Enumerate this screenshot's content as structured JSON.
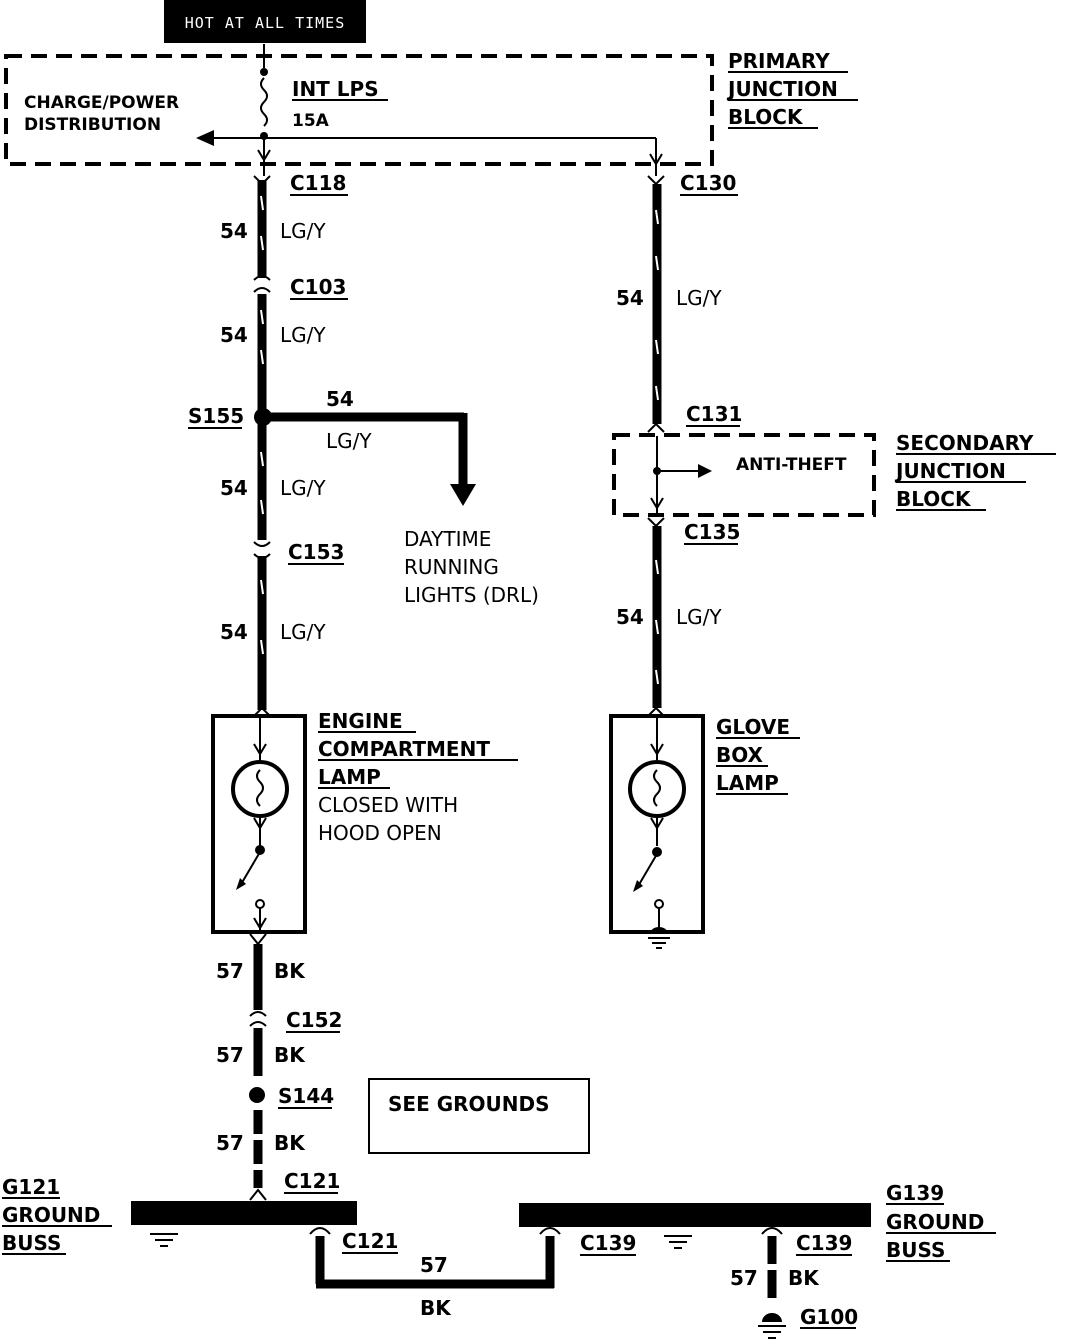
{
  "banner": "HOT AT ALL TIMES",
  "primary_junction_block": {
    "line1": "PRIMARY",
    "line2": "JUNCTION",
    "line3": "BLOCK"
  },
  "secondary_junction_block": {
    "line1": "SECONDARY",
    "line2": "JUNCTION",
    "line3": "BLOCK"
  },
  "charge_power": {
    "line1": "CHARGE/POWER",
    "line2": "DISTRIBUTION"
  },
  "fuse": {
    "name": "INT LPS",
    "rating": "15A"
  },
  "connectors": {
    "c118": "C118",
    "c130": "C130",
    "c103": "C103",
    "c131": "C131",
    "c135": "C135",
    "c153": "C153",
    "c152": "C152",
    "c121_top": "C121",
    "c121_bottom": "C121",
    "c139_left": "C139",
    "c139_right": "C139"
  },
  "splices": {
    "s155": "S155",
    "s144": "S144"
  },
  "circuit_54": "54",
  "circuit_57": "57",
  "color_lgy": "LG/Y",
  "color_bk": "BK",
  "anti_theft": "ANTI-THEFT",
  "drl": {
    "line1": "DAYTIME",
    "line2": "RUNNING",
    "line3": "LIGHTS (DRL)"
  },
  "engine_lamp": {
    "line1": "ENGINE",
    "line2": "COMPARTMENT",
    "line3": "LAMP",
    "note1": "CLOSED WITH",
    "note2": "HOOD OPEN"
  },
  "glove_lamp": {
    "line1": "GLOVE",
    "line2": "BOX",
    "line3": "LAMP"
  },
  "see_grounds": "SEE GROUNDS",
  "g121": {
    "id": "G121",
    "line2": "GROUND",
    "line3": "BUSS"
  },
  "g139": {
    "id": "G139",
    "line2": "GROUND",
    "line3": "BUSS"
  },
  "g100": "G100",
  "colors": {
    "ink": "#000000",
    "paper": "#ffffff"
  }
}
